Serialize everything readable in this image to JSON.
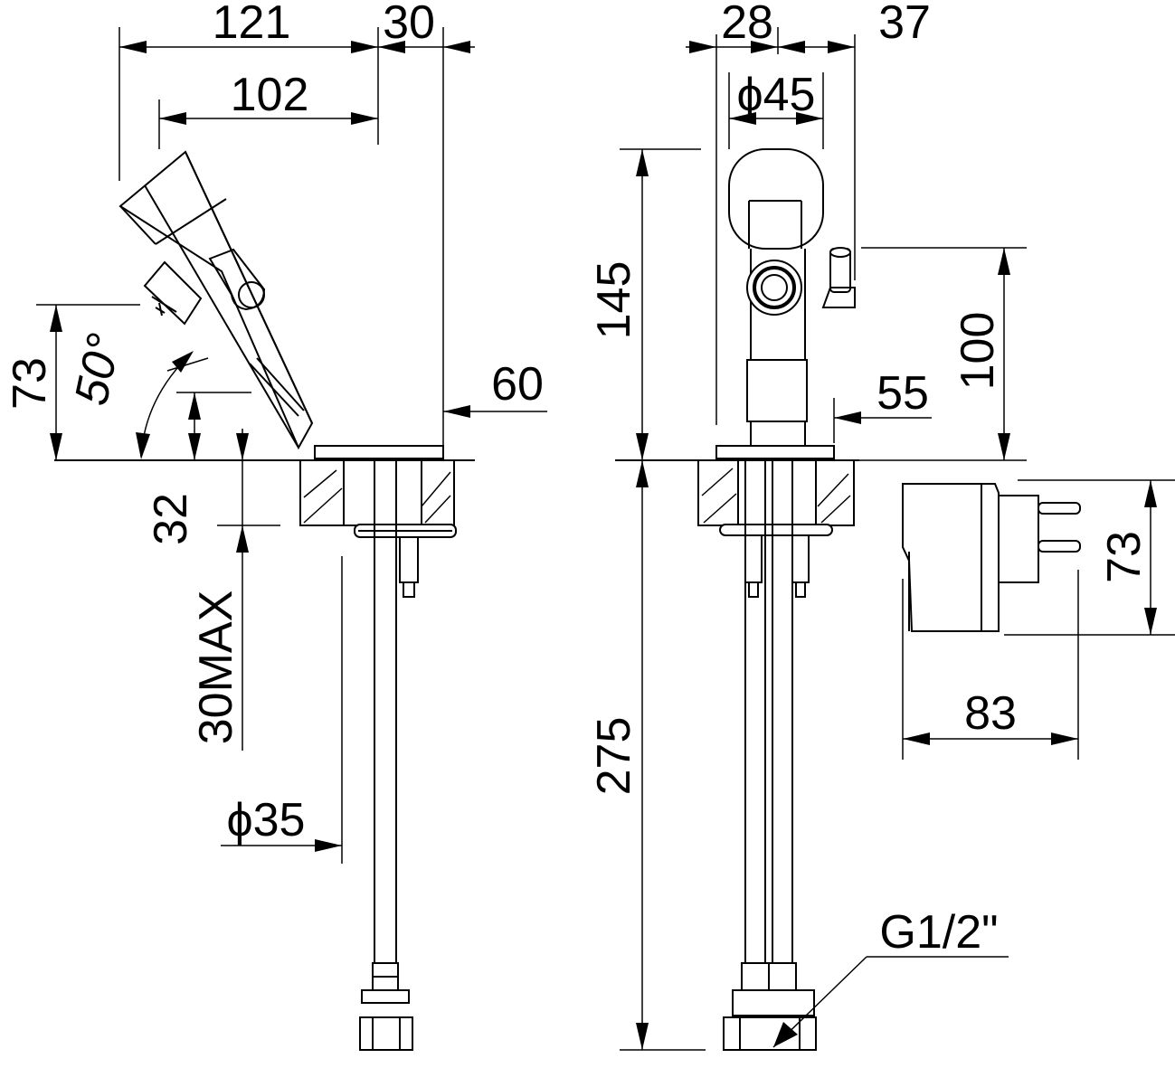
{
  "dimensions": {
    "side_width_total": "121",
    "side_offset": "30",
    "side_spout_reach": "102",
    "side_height": "73",
    "side_angle": "50°",
    "side_base_diameter": "60",
    "side_thickness": "32",
    "side_max_deck": "30MAX",
    "side_hole_diameter": "ϕ35",
    "front_width_a": "28",
    "front_width_b": "37",
    "front_body_diameter": "ϕ45",
    "front_height": "145",
    "front_sensor_height": "100",
    "front_base": "55",
    "front_hose_length": "275",
    "thread": "G1/2\"",
    "adapter_height": "73",
    "adapter_width": "83"
  }
}
